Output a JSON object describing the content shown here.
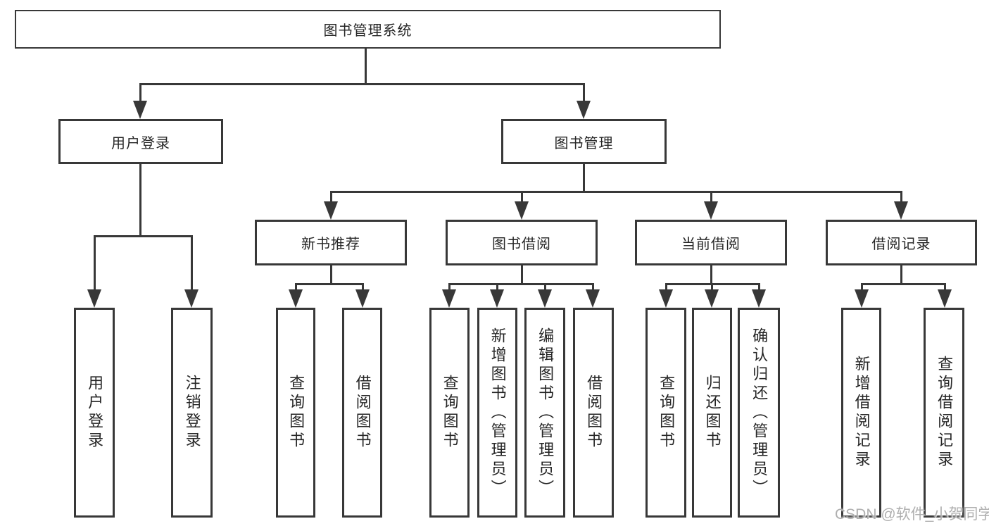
{
  "diagram": {
    "root": {
      "label": "图书管理系统"
    },
    "branches": {
      "user_login": {
        "label": "用户登录",
        "children": {
          "login": "用户登录",
          "logout": "注销登录"
        }
      },
      "book_mgmt": {
        "label": "图书管理",
        "sections": {
          "new_books": {
            "label": "新书推荐",
            "children": {
              "query": "查询图书",
              "borrow": "借阅图书"
            }
          },
          "borrowing": {
            "label": "图书借阅",
            "children": {
              "query": "查询图书",
              "add": "新增图书（管理员）",
              "edit": "编辑图书（管理员）",
              "borrow": "借阅图书"
            }
          },
          "current": {
            "label": "当前借阅",
            "children": {
              "query": "查询图书",
              "return": "归还图书",
              "confirm": "确认归还（管理员）"
            }
          },
          "records": {
            "label": "借阅记录",
            "children": {
              "add": "新增借阅记录",
              "query": "查询借阅记录"
            }
          }
        }
      }
    },
    "watermark": "CSDN @软件_小贺同学",
    "colors": {
      "line": "#383838",
      "text": "#262626",
      "watermark": "#ababab",
      "background": "#ffffff"
    }
  }
}
